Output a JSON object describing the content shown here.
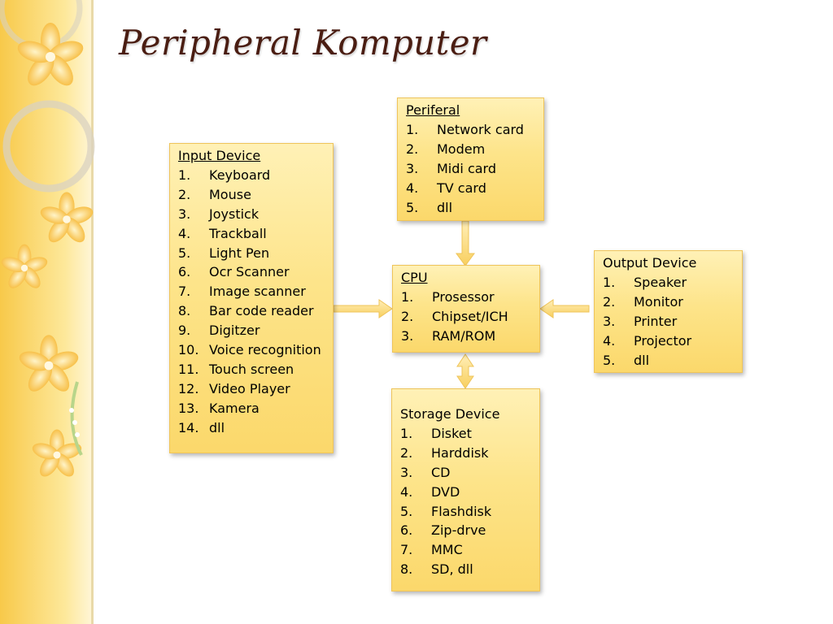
{
  "title": "Peripheral Komputer",
  "boxes": {
    "input": {
      "title": "Input Device",
      "items": [
        "Keyboard",
        "Mouse",
        "Joystick",
        "Trackball",
        "Light Pen",
        "Ocr Scanner",
        "Image scanner",
        "Bar code reader",
        "Digitzer",
        "Voice recognition",
        "Touch screen",
        "Video Player",
        "Kamera",
        "dll"
      ]
    },
    "periferal": {
      "title": "Periferal",
      "items": [
        "Network card",
        "Modem",
        "Midi card",
        "TV card",
        "dll"
      ]
    },
    "cpu": {
      "title": "CPU",
      "items": [
        "Prosessor",
        "Chipset/ICH",
        "RAM/ROM"
      ]
    },
    "output": {
      "title": "Output Device",
      "items": [
        "Speaker",
        "Monitor",
        "Printer",
        "Projector",
        "dll"
      ]
    },
    "storage": {
      "title": "Storage Device",
      "items": [
        "Disket",
        "Harddisk",
        "CD",
        "DVD",
        "Flashdisk",
        "Zip-drve",
        "MMC",
        "SD, dll"
      ]
    }
  },
  "colors": {
    "title": "#4a1d12",
    "box_fill": "#fde48a",
    "box_border": "#efc45a",
    "arrow_fill": "#fcd978"
  }
}
